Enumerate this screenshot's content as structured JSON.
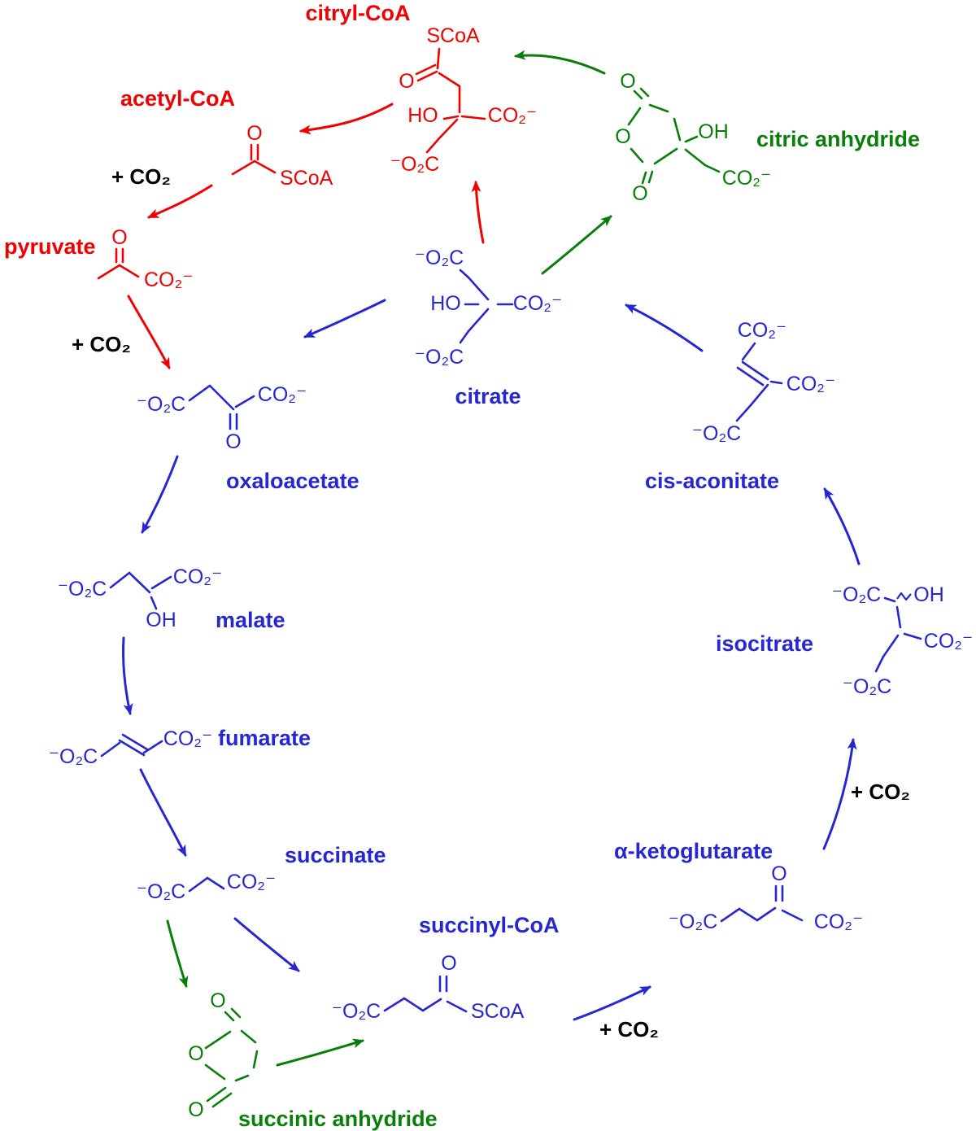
{
  "palette": {
    "red": "#ee0000",
    "blue": "#2727cf",
    "green": "#0b7d0b",
    "black": "#000000"
  },
  "compounds": {
    "citryl_coa": "citryl-CoA",
    "acetyl_coa": "acetyl-CoA",
    "pyruvate": "pyruvate",
    "citrate": "citrate",
    "citric_anhydride": "citric anhydride",
    "cis_aconitate": "cis-aconitate",
    "oxaloacetate": "oxaloacetate",
    "malate": "malate",
    "fumarate": "fumarate",
    "succinate": "succinate",
    "succinyl_coa": "succinyl-CoA",
    "succinic_anhydride": "succinic anhydride",
    "isocitrate": "isocitrate",
    "alpha_ketoglutarate": "α-ketoglutarate"
  },
  "fragments": {
    "scoa": "SCoA",
    "carboxylate_left": "⁻O₂C",
    "carboxylate_right": "CO₂⁻",
    "hydroxyl_left": "HO",
    "hydroxyl_right": "OH",
    "oxygen": "O"
  },
  "annotations": {
    "plus_co2": "+ CO₂"
  }
}
